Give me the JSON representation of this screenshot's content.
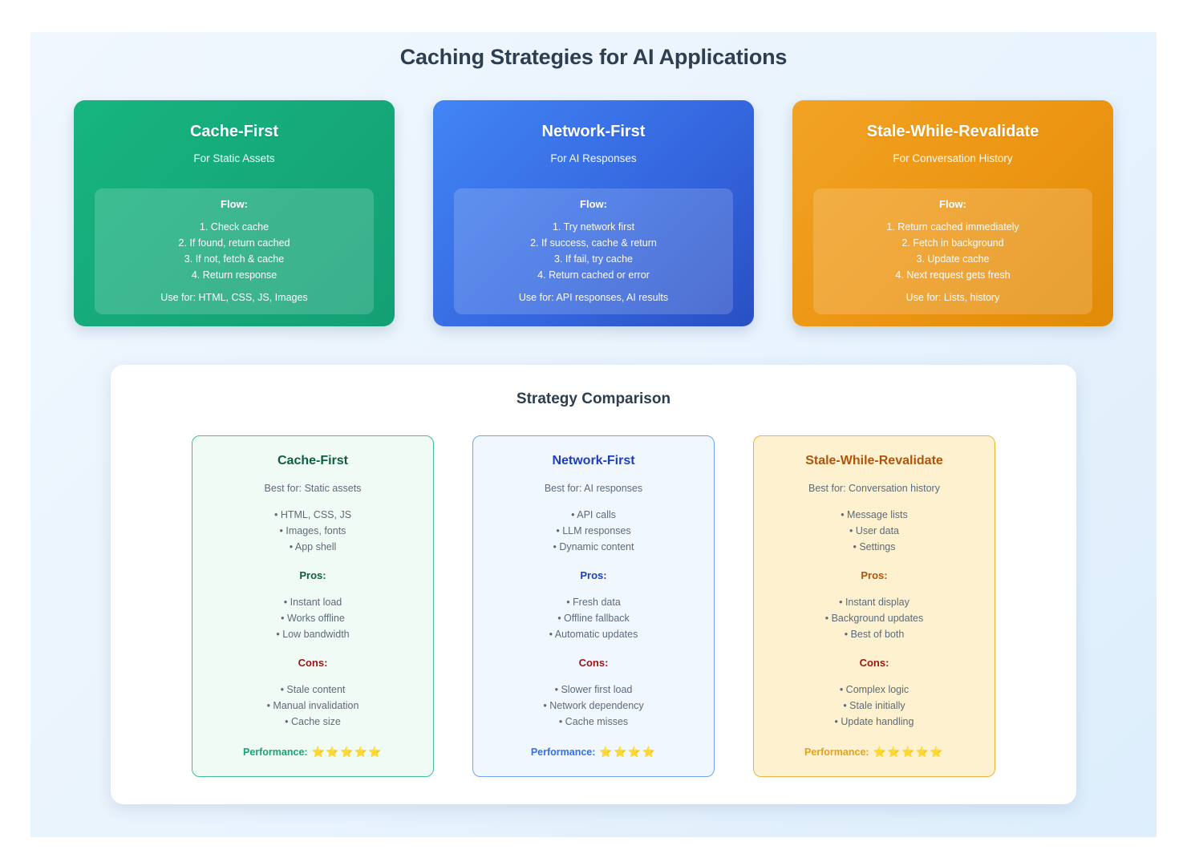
{
  "page": {
    "title": "Caching Strategies for AI Applications",
    "background_accent": "#eaf4fd"
  },
  "strategies": [
    {
      "name": "Cache-First",
      "subtitle": "For Static Assets",
      "color": "#16a97a",
      "flow_label": "Flow:",
      "steps": [
        "1. Check cache",
        "2. If found, return cached",
        "3. If not, fetch & cache",
        "4. Return response"
      ],
      "use_for": "Use for: HTML, CSS, JS, Images"
    },
    {
      "name": "Network-First",
      "subtitle": "For AI Responses",
      "color": "#3568e0",
      "flow_label": "Flow:",
      "steps": [
        "1. Try network first",
        "2. If success, cache & return",
        "3. If fail, try cache",
        "4. Return cached or error"
      ],
      "use_for": "Use for: API responses, AI results"
    },
    {
      "name": "Stale-While-Revalidate",
      "subtitle": "For Conversation History",
      "color": "#ec9513",
      "flow_label": "Flow:",
      "steps": [
        "1. Return cached immediately",
        "2. Fetch in background",
        "3. Update cache",
        "4. Next request gets fresh"
      ],
      "use_for": "Use for: Lists, history"
    }
  ],
  "comparison": {
    "heading": "Strategy Comparison",
    "pros_label": "Pros:",
    "cons_label": "Cons:",
    "performance_label": "Performance:",
    "star_glyph": "⭐",
    "cards": [
      {
        "name": "Cache-First",
        "best_for": "Best for: Static assets",
        "uses": [
          "• HTML, CSS, JS",
          "• Images, fonts",
          "• App shell"
        ],
        "pros": [
          "• Instant load",
          "• Works offline",
          "• Low bandwidth"
        ],
        "cons": [
          "• Stale content",
          "• Manual invalidation",
          "• Cache size"
        ],
        "rating": 5,
        "stars": "⭐⭐⭐⭐⭐",
        "accent": "#17a673"
      },
      {
        "name": "Network-First",
        "best_for": "Best for: AI responses",
        "uses": [
          "• API calls",
          "• LLM responses",
          "• Dynamic content"
        ],
        "pros": [
          "• Fresh data",
          "• Offline fallback",
          "• Automatic updates"
        ],
        "cons": [
          "• Slower first load",
          "• Network dependency",
          "• Cache misses"
        ],
        "rating": 4,
        "stars": "⭐⭐⭐⭐",
        "accent": "#3570e8"
      },
      {
        "name": "Stale-While-Revalidate",
        "best_for": "Best for: Conversation history",
        "uses": [
          "• Message lists",
          "• User data",
          "• Settings"
        ],
        "pros": [
          "• Instant display",
          "• Background updates",
          "• Best of both"
        ],
        "cons": [
          "• Complex logic",
          "• Stale initially",
          "• Update handling"
        ],
        "rating": 5,
        "stars": "⭐⭐⭐⭐⭐",
        "accent": "#e8a21a"
      }
    ]
  }
}
